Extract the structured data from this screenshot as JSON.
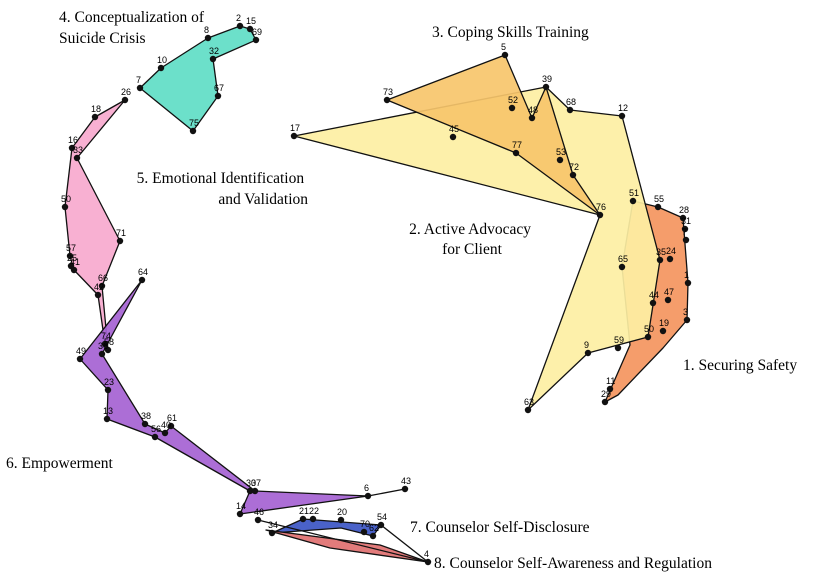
{
  "clusters": [
    {
      "id": "c1",
      "name_lines": [
        "1. Securing Safety"
      ],
      "color": "#F4955E",
      "points": [
        "28",
        "31",
        "7",
        "24",
        "1",
        "47",
        "3",
        "19",
        "50",
        "44",
        "65",
        "51",
        "55",
        "59",
        "11",
        "29"
      ]
    },
    {
      "id": "c2",
      "name_lines": [
        "2. Active Advocacy",
        "for Client"
      ],
      "color": "#FDEFA3",
      "points": [
        "17",
        "12",
        "39",
        "68",
        "76",
        "9",
        "63",
        "35"
      ]
    },
    {
      "id": "c3",
      "name_lines": [
        "3. Coping Skills Training"
      ],
      "color": "#F7C66B",
      "points": [
        "5",
        "73",
        "45",
        "52",
        "48",
        "77",
        "53",
        "72"
      ]
    },
    {
      "id": "c4",
      "name_lines": [
        "4. Conceptualization of",
        "Suicide Crisis"
      ],
      "color": "#5FDDC6",
      "points": [
        "8",
        "2",
        "15",
        "69",
        "32",
        "10",
        "7",
        "67",
        "75"
      ]
    },
    {
      "id": "c5",
      "name_lines": [
        "5. Emotional Identification",
        "and Validation"
      ],
      "color": "#F7A9CE",
      "points": [
        "18",
        "26",
        "16",
        "33",
        "50",
        "57",
        "25",
        "41",
        "71",
        "66",
        "42",
        "74",
        "58"
      ]
    },
    {
      "id": "c6",
      "name_lines": [
        "6. Empowerment"
      ],
      "color": "#A562D3",
      "points": [
        "64",
        "49",
        "23",
        "13",
        "38",
        "61",
        "40",
        "56",
        "30",
        "37",
        "6",
        "43",
        "14",
        "46",
        "36"
      ]
    },
    {
      "id": "c7",
      "name_lines": [
        "7. Counselor Self-Disclosure"
      ],
      "color": "#3B55C4",
      "points": [
        "21",
        "22",
        "20",
        "54",
        "70",
        "62",
        "34"
      ]
    },
    {
      "id": "c8",
      "name_lines": [
        "8. Counselor Self-Awareness and Regulation"
      ],
      "color": "#E07070",
      "points": [
        "4"
      ]
    }
  ]
}
